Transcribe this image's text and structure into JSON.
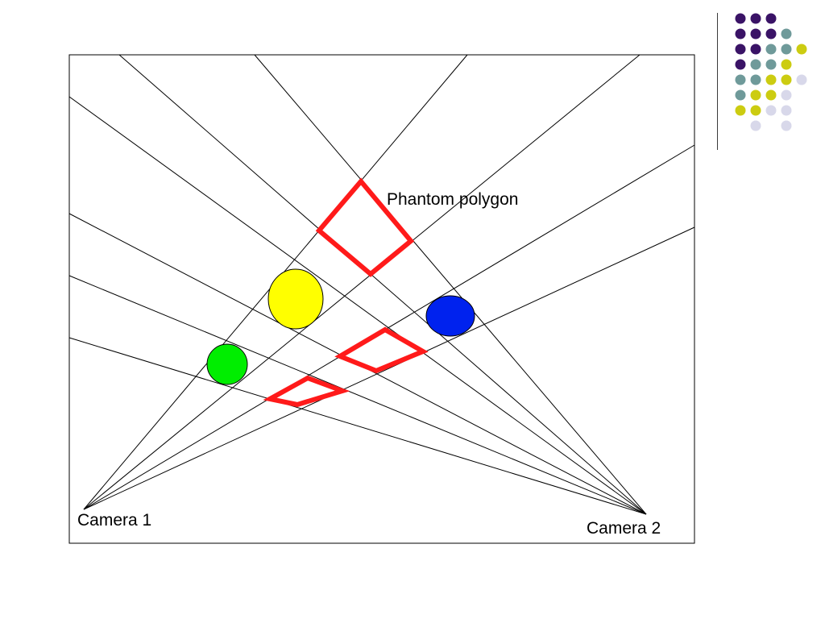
{
  "labels": {
    "phantom": "Phantom polygon",
    "camera1": "Camera 1",
    "camera2": "Camera 2"
  },
  "colors": {
    "sight_lines": "#000000",
    "frame": "#000000",
    "phantom_polygons": "#ff1a1a",
    "object_yellow": "#ffff00",
    "object_blue": "#0022ee",
    "object_green": "#00ee00",
    "dot_purple": "#3a1366",
    "dot_teal": "#6f9a9a",
    "dot_olive": "#cccc11",
    "dot_lavender": "#d8d8ea"
  },
  "decoration": {
    "dot_grid": [
      [
        "purple",
        "purple",
        "purple",
        "",
        ""
      ],
      [
        "purple",
        "purple",
        "purple",
        "teal",
        ""
      ],
      [
        "purple",
        "purple",
        "teal",
        "teal",
        "olive"
      ],
      [
        "purple",
        "teal",
        "teal",
        "olive",
        ""
      ],
      [
        "teal",
        "teal",
        "olive",
        "olive",
        "lavender"
      ],
      [
        "teal",
        "olive",
        "olive",
        "lavender",
        ""
      ],
      [
        "olive",
        "olive",
        "lavender",
        "lavender",
        ""
      ],
      [
        "",
        "lavender",
        "",
        "lavender",
        ""
      ]
    ]
  }
}
